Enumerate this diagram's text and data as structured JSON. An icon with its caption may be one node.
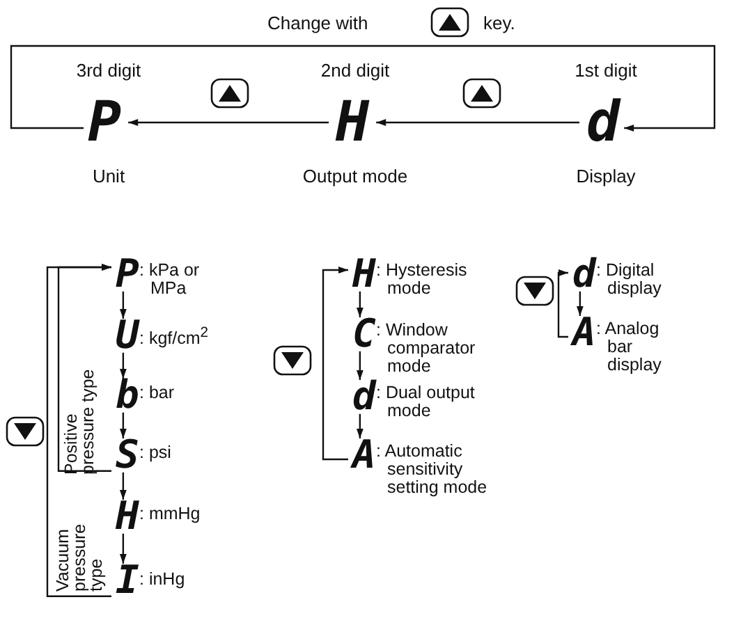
{
  "diagram": {
    "nodes": [
      {
        "text": [
          "P"
        ],
        "beside": [
          "3rd digit",
          "Unit"
        ]
      },
      {
        "text": [
          "H"
        ],
        "beside": [
          "2nd digit",
          "Output mode"
        ]
      },
      {
        "text": [
          "d"
        ],
        "beside": [
          "1st digit",
          "Display"
        ]
      },
      {
        "text": [
          "P"
        ],
        "beside": [
          ": kPa or MPa"
        ]
      },
      {
        "text": [
          "U"
        ],
        "beside": [
          ": kgf/cm$^{2}$"
        ]
      },
      {
        "text": [
          "b"
        ],
        "beside": [
          ": bar"
        ]
      },
      {
        "text": [
          "S"
        ],
        "beside": [
          ": psi"
        ]
      },
      {
        "text": [
          "H"
        ],
        "beside": [
          ": mmHg"
        ]
      },
      {
        "text": [
          "I"
        ],
        "beside": [
          ": inHg"
        ]
      },
      {
        "text": [
          "H"
        ],
        "beside": [
          ": Hysteresis mode"
        ]
      },
      {
        "text": [
          "C"
        ],
        "beside": [
          ": Window comparator mode"
        ]
      },
      {
        "text": [
          "d"
        ],
        "beside": [
          ": Dual output mode"
        ]
      },
      {
        "text": [
          "A"
        ],
        "beside": [
          ": Automatic sensitivity setting mode"
        ]
      },
      {
        "text": [
          "d"
        ],
        "beside": [
          ": Digital display"
        ]
      },
      {
        "text": [
          "A"
        ],
        "beside": [
          ": Analog bar display"
        ]
      }
    ],
    "edges": [
      {
        "from": 2,
        "to": 1,
        "arrow": "to"
      },
      {
        "from": 1,
        "to": 0,
        "arrow": "to"
      },
      {
        "from": 0,
        "to": 2,
        "arrow": "to"
      },
      {
        "from": 3,
        "to": 4,
        "arrow": "to"
      },
      {
        "from": 4,
        "to": 5,
        "arrow": "to"
      },
      {
        "from": 5,
        "to": 6,
        "arrow": "to"
      },
      {
        "from": 6,
        "to": 7,
        "arrow": "to"
      },
      {
        "from": 7,
        "to": 8,
        "arrow": "to"
      },
      {
        "from": 6,
        "to": 3,
        "arrow": "to"
      },
      {
        "from": 8,
        "to": 3,
        "arrow": "to"
      },
      {
        "from": 9,
        "to": 10,
        "arrow": "to"
      },
      {
        "from": 10,
        "to": 11,
        "arrow": "to"
      },
      {
        "from": 11,
        "to": 12,
        "arrow": "to"
      },
      {
        "from": 12,
        "to": 9,
        "arrow": "to"
      },
      {
        "from": 13,
        "to": 14,
        "arrow": "to"
      },
      {
        "from": 14,
        "to": 13,
        "arrow": "to"
      }
    ],
    "labels": [
      "Change with",
      "key.",
      "Positive pressure type",
      "Vacuum pressure type"
    ]
  }
}
